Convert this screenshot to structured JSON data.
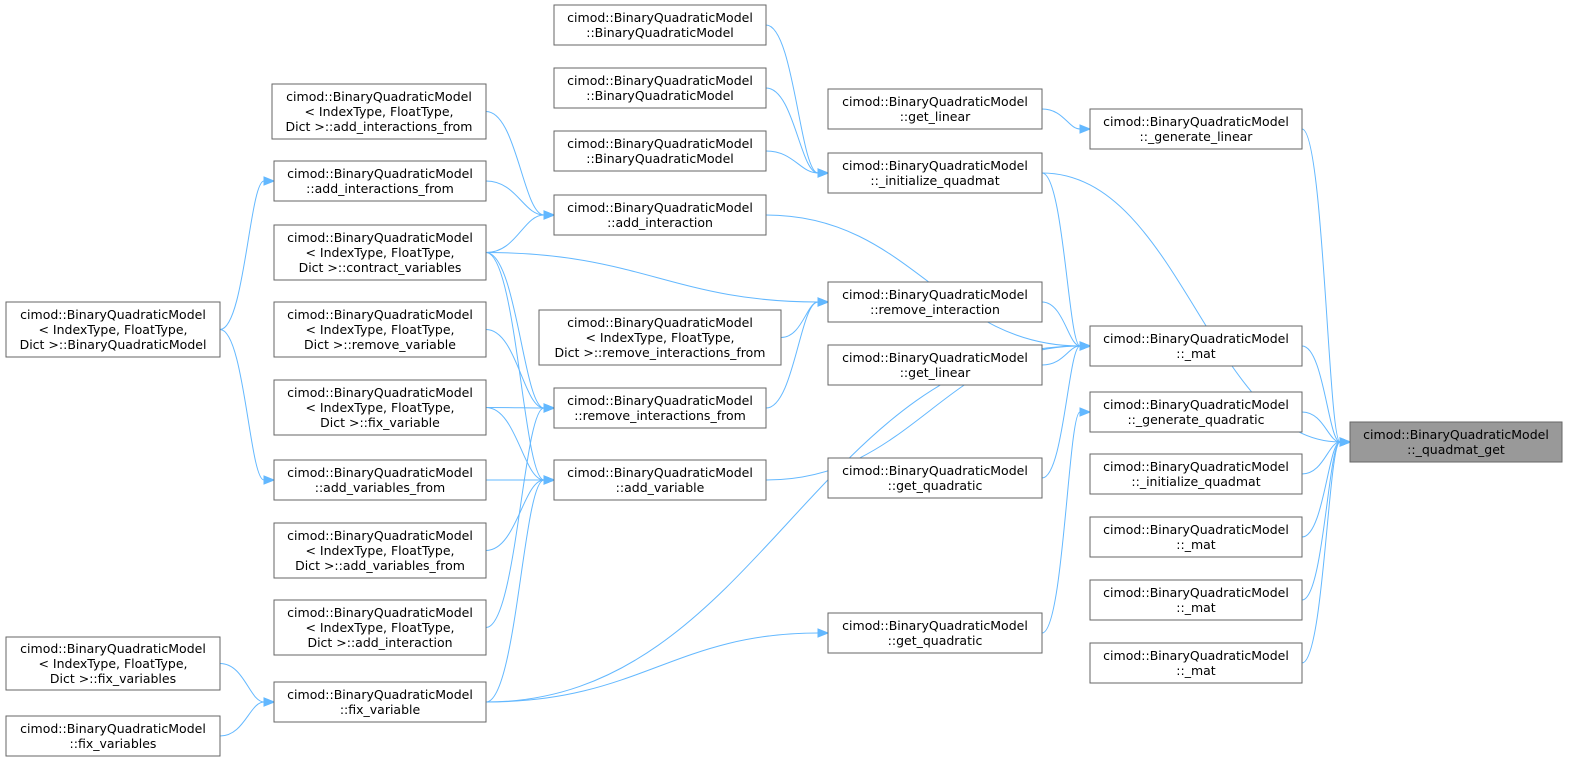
{
  "diagram": {
    "type": "caller-graph",
    "colors": {
      "edge": "#63b8ff",
      "node_border": "#666666",
      "focus_fill": "#999999",
      "node_fill": "#ffffff"
    },
    "nodes": [
      {
        "id": "qget",
        "focus": true,
        "lines": [
          "cimod::BinaryQuadraticModel",
          "::_quadmat_get"
        ]
      },
      {
        "id": "genlin",
        "lines": [
          "cimod::BinaryQuadraticModel",
          "::_generate_linear"
        ]
      },
      {
        "id": "mat1",
        "lines": [
          "cimod::BinaryQuadraticModel",
          "::_mat"
        ]
      },
      {
        "id": "genquad",
        "lines": [
          "cimod::BinaryQuadraticModel",
          "::_generate_quadratic"
        ]
      },
      {
        "id": "initq2",
        "lines": [
          "cimod::BinaryQuadraticModel",
          "::_initialize_quadmat"
        ]
      },
      {
        "id": "mat2",
        "lines": [
          "cimod::BinaryQuadraticModel",
          "::_mat"
        ]
      },
      {
        "id": "mat3",
        "lines": [
          "cimod::BinaryQuadraticModel",
          "::_mat"
        ]
      },
      {
        "id": "mat4",
        "lines": [
          "cimod::BinaryQuadraticModel",
          "::_mat"
        ]
      },
      {
        "id": "getlin1",
        "lines": [
          "cimod::BinaryQuadraticModel",
          "::get_linear"
        ]
      },
      {
        "id": "initq",
        "lines": [
          "cimod::BinaryQuadraticModel",
          "::_initialize_quadmat"
        ]
      },
      {
        "id": "remint",
        "lines": [
          "cimod::BinaryQuadraticModel",
          "::remove_interaction"
        ]
      },
      {
        "id": "getlin2",
        "lines": [
          "cimod::BinaryQuadraticModel",
          "::get_linear"
        ]
      },
      {
        "id": "getquad1",
        "lines": [
          "cimod::BinaryQuadraticModel",
          "::get_quadratic"
        ]
      },
      {
        "id": "getquad2",
        "lines": [
          "cimod::BinaryQuadraticModel",
          "::get_quadratic"
        ]
      },
      {
        "id": "ctor1",
        "lines": [
          "cimod::BinaryQuadraticModel",
          "::BinaryQuadraticModel"
        ]
      },
      {
        "id": "ctor2",
        "lines": [
          "cimod::BinaryQuadraticModel",
          "::BinaryQuadraticModel"
        ]
      },
      {
        "id": "ctor3",
        "lines": [
          "cimod::BinaryQuadraticModel",
          "::BinaryQuadraticModel"
        ]
      },
      {
        "id": "addint",
        "lines": [
          "cimod::BinaryQuadraticModel",
          "::add_interaction"
        ]
      },
      {
        "id": "remintsfrom_t",
        "lines": [
          "cimod::BinaryQuadraticModel",
          "< IndexType, FloatType,",
          "Dict >::remove_interactions_from"
        ]
      },
      {
        "id": "remintsfrom",
        "lines": [
          "cimod::BinaryQuadraticModel",
          "::remove_interactions_from"
        ]
      },
      {
        "id": "addvar",
        "lines": [
          "cimod::BinaryQuadraticModel",
          "::add_variable"
        ]
      },
      {
        "id": "addintsfrom_t",
        "lines": [
          "cimod::BinaryQuadraticModel",
          "< IndexType, FloatType,",
          "Dict >::add_interactions_from"
        ]
      },
      {
        "id": "addintsfrom",
        "lines": [
          "cimod::BinaryQuadraticModel",
          "::add_interactions_from"
        ]
      },
      {
        "id": "contract",
        "lines": [
          "cimod::BinaryQuadraticModel",
          "< IndexType, FloatType,",
          "Dict >::contract_variables"
        ]
      },
      {
        "id": "remvar_t",
        "lines": [
          "cimod::BinaryQuadraticModel",
          "< IndexType, FloatType,",
          "Dict >::remove_variable"
        ]
      },
      {
        "id": "fixvar_t",
        "lines": [
          "cimod::BinaryQuadraticModel",
          "< IndexType, FloatType,",
          "Dict >::fix_variable"
        ]
      },
      {
        "id": "addvarsfrom",
        "lines": [
          "cimod::BinaryQuadraticModel",
          "::add_variables_from"
        ]
      },
      {
        "id": "addvarsfrom_t",
        "lines": [
          "cimod::BinaryQuadraticModel",
          "< IndexType, FloatType,",
          "Dict >::add_variables_from"
        ]
      },
      {
        "id": "addint_t",
        "lines": [
          "cimod::BinaryQuadraticModel",
          "< IndexType, FloatType,",
          "Dict >::add_interaction"
        ]
      },
      {
        "id": "fixvar",
        "lines": [
          "cimod::BinaryQuadraticModel",
          "::fix_variable"
        ]
      },
      {
        "id": "ctor_t",
        "lines": [
          "cimod::BinaryQuadraticModel",
          "< IndexType, FloatType,",
          "Dict >::BinaryQuadraticModel"
        ]
      },
      {
        "id": "fixvars_t",
        "lines": [
          "cimod::BinaryQuadraticModel",
          "< IndexType, FloatType,",
          "Dict >::fix_variables"
        ]
      },
      {
        "id": "fixvars",
        "lines": [
          "cimod::BinaryQuadraticModel",
          "::fix_variables"
        ]
      }
    ],
    "edges": [
      {
        "from": "genlin",
        "to": "qget"
      },
      {
        "from": "initq",
        "to": "qget"
      },
      {
        "from": "mat1",
        "to": "qget"
      },
      {
        "from": "genquad",
        "to": "qget"
      },
      {
        "from": "initq2",
        "to": "qget"
      },
      {
        "from": "mat2",
        "to": "qget"
      },
      {
        "from": "mat3",
        "to": "qget"
      },
      {
        "from": "mat4",
        "to": "qget"
      },
      {
        "from": "getlin1",
        "to": "genlin"
      },
      {
        "from": "initq",
        "to": "mat1"
      },
      {
        "from": "addint",
        "to": "mat1"
      },
      {
        "from": "remint",
        "to": "mat1"
      },
      {
        "from": "getlin2",
        "to": "mat1"
      },
      {
        "from": "addvar",
        "to": "mat1"
      },
      {
        "from": "getquad1",
        "to": "mat1"
      },
      {
        "from": "fixvar",
        "to": "mat1"
      },
      {
        "from": "getquad2",
        "to": "genquad"
      },
      {
        "from": "ctor1",
        "to": "initq"
      },
      {
        "from": "ctor2",
        "to": "initq"
      },
      {
        "from": "ctor3",
        "to": "initq"
      },
      {
        "from": "contract",
        "to": "remint"
      },
      {
        "from": "remintsfrom_t",
        "to": "remint"
      },
      {
        "from": "remintsfrom",
        "to": "remint"
      },
      {
        "from": "fixvar",
        "to": "getquad2"
      },
      {
        "from": "addintsfrom_t",
        "to": "addint"
      },
      {
        "from": "addintsfrom",
        "to": "addint"
      },
      {
        "from": "contract",
        "to": "addint"
      },
      {
        "from": "contract",
        "to": "remintsfrom"
      },
      {
        "from": "remvar_t",
        "to": "remintsfrom"
      },
      {
        "from": "fixvar_t",
        "to": "remintsfrom"
      },
      {
        "from": "addint_t",
        "to": "remintsfrom"
      },
      {
        "from": "contract",
        "to": "addvar"
      },
      {
        "from": "fixvar_t",
        "to": "addvar"
      },
      {
        "from": "addvarsfrom",
        "to": "addvar"
      },
      {
        "from": "addvarsfrom_t",
        "to": "addvar"
      },
      {
        "from": "fixvar",
        "to": "addvar"
      },
      {
        "from": "ctor_t",
        "to": "addintsfrom"
      },
      {
        "from": "ctor_t",
        "to": "addvarsfrom"
      },
      {
        "from": "fixvars_t",
        "to": "fixvar"
      },
      {
        "from": "fixvars",
        "to": "fixvar"
      }
    ]
  }
}
